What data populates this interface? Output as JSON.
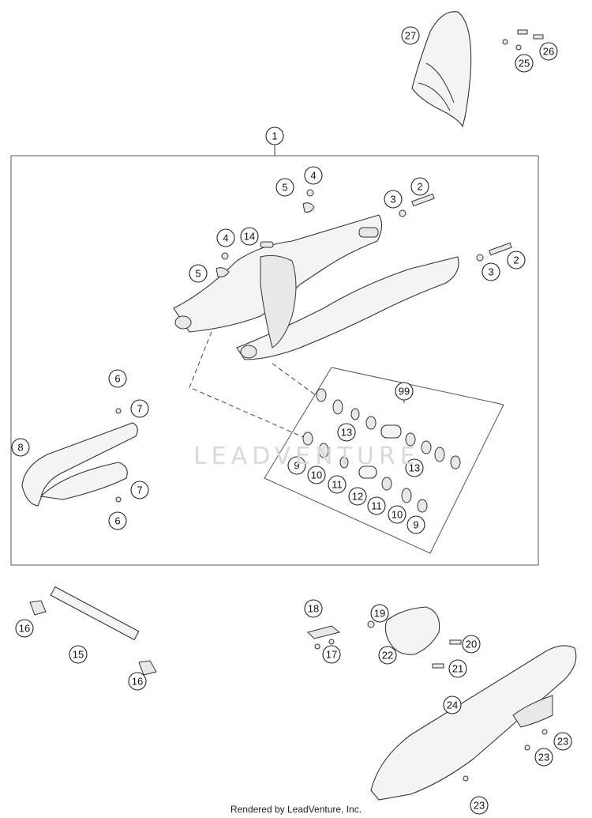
{
  "footer": "Rendered by LeadVenture, Inc.",
  "watermark": "LEADVENTURE",
  "callouts": [
    "27",
    "26",
    "25",
    "1",
    "4",
    "2",
    "5",
    "3",
    "4",
    "14",
    "2",
    "5",
    "3",
    "6",
    "7",
    "99",
    "8",
    "13",
    "13",
    "9",
    "10",
    "11",
    "12",
    "11",
    "10",
    "9",
    "7",
    "6",
    "18",
    "19",
    "16",
    "20",
    "15",
    "17",
    "22",
    "21",
    "16",
    "24",
    "23",
    "23",
    "23"
  ]
}
